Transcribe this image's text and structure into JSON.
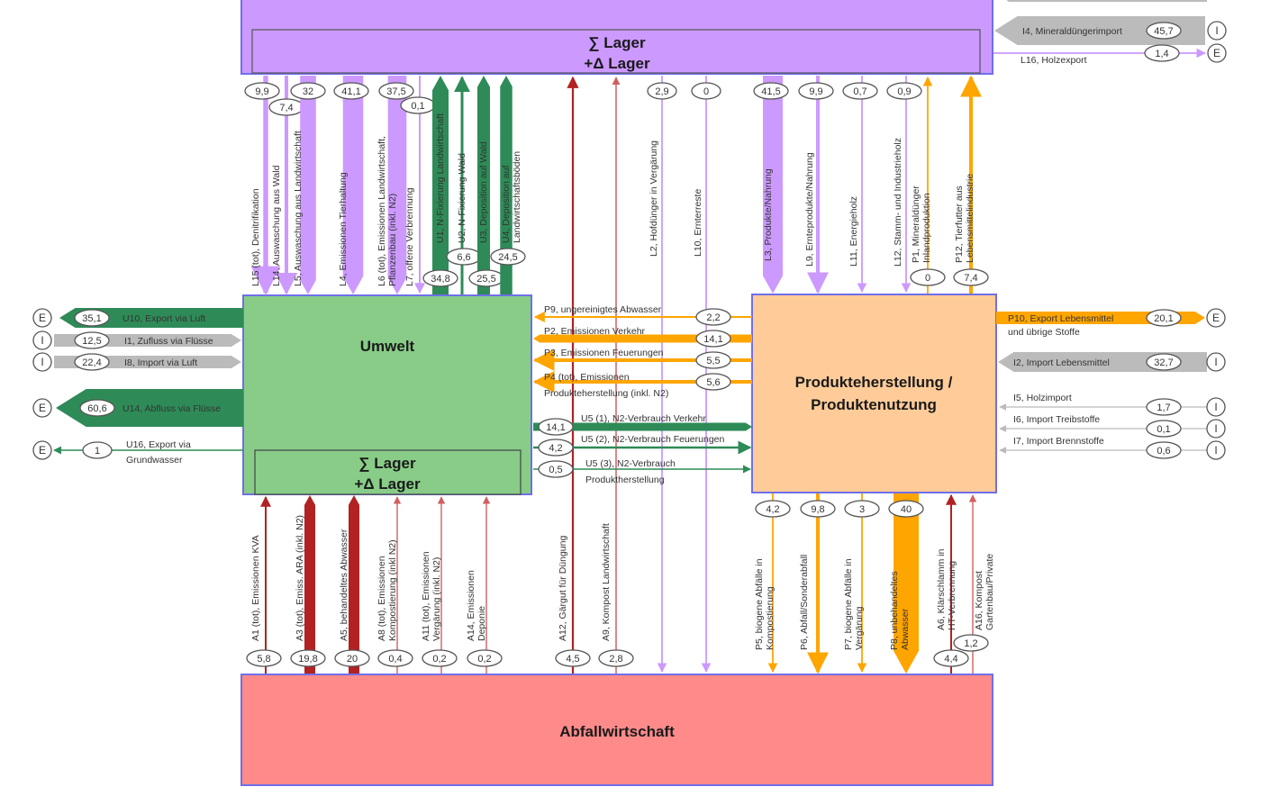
{
  "colors": {
    "landwirtschaft": "#cc99ff",
    "umwelt": "#88cc88",
    "produkte": "#ffcc99",
    "abfall": "#ff8a8a",
    "green_flow": "#2e8b57",
    "orange_flow": "#ffa500",
    "red_flow": "#b22222",
    "grey_flow": "#bbbbbb",
    "purple_flow": "#cc99ff",
    "border": "#6f6fe8"
  },
  "boxes": {
    "landwirtschaft": {
      "lager_1": "∑ Lager",
      "lager_2": "+Δ Lager"
    },
    "umwelt": {
      "title": "Umwelt",
      "lager_1": "∑ Lager",
      "lager_2": "+Δ Lager"
    },
    "produkte": {
      "title_1": "Produkteherstellung /",
      "title_2": "Produktenutzung"
    },
    "abfall": {
      "title": "Abfallwirtschaft"
    }
  },
  "flows_landwirtschaft_to_umwelt": [
    {
      "id": "L15",
      "label": "L15 (tot), Denitrifikation",
      "value": "9,9"
    },
    {
      "id": "L14",
      "label": "L14, Auswaschung aus Wald",
      "value": "7,4"
    },
    {
      "id": "L5",
      "label": "L5, Auswaschung aus Landwirtschaft",
      "value": "32"
    },
    {
      "id": "L4",
      "label": "L4, Emissionen Tierhaltung",
      "value": "41,1"
    },
    {
      "id": "L6",
      "label": "L6 (tot), Emissionen Landwirtschaft, Pflanzenbau (inkl. N2)",
      "value": "37,5"
    },
    {
      "id": "L7",
      "label": "L7, offene Verbrennung",
      "value": "0,1"
    }
  ],
  "flows_umwelt_to_landwirtschaft": [
    {
      "id": "U1",
      "label": "U1, N-Fixierung Landwirtschaft",
      "value": "34,8"
    },
    {
      "id": "U2",
      "label": "U2, N-Fixierung Wald",
      "value": "6,6"
    },
    {
      "id": "U3",
      "label": "U3, Deposition auf Wald",
      "value": "25,5"
    },
    {
      "id": "U4",
      "label": "U4, Deposition auf Landwirtschaftsböden",
      "value": "24,5"
    }
  ],
  "flows_landwirtschaft_to_abfall": [
    {
      "id": "L2",
      "label": "L2, Hofdünger in Vergärung",
      "value": "2,9"
    },
    {
      "id": "L10",
      "label": "L10, Ernterreste",
      "value": "0"
    }
  ],
  "flows_landwirtschaft_to_produkte": [
    {
      "id": "L3",
      "label": "L3, Produkte/Nahrung",
      "value": "41,5"
    },
    {
      "id": "L9",
      "label": "L9, Ernteprodukte/Nahrung",
      "value": "9,9"
    },
    {
      "id": "L11",
      "label": "L11, Energieholz",
      "value": "0,7"
    },
    {
      "id": "L12",
      "label": "L12, Stamm- und Industrieholz",
      "value": "0,9"
    }
  ],
  "flows_produkte_to_landwirtschaft": [
    {
      "id": "P1",
      "label": "P1, Mineraldünger Inlandproduktion",
      "value": "0"
    },
    {
      "id": "P12",
      "label": "P12, Tierfutter aus Lebensmittelindustrie",
      "value": "7,4"
    }
  ],
  "flows_abfall_to_landwirtschaft": [
    {
      "id": "A12",
      "label": "A12, Gärgut für Düngung",
      "value": "4,5"
    },
    {
      "id": "A9",
      "label": "A9, Kompost Landwirtschaft",
      "value": "2,8"
    }
  ],
  "flows_produkte_to_umwelt": [
    {
      "id": "P9",
      "label": "P9, ungereinigtes Abwasser",
      "value": "2,2"
    },
    {
      "id": "P2",
      "label": "P2, Emissionen Verkehr",
      "value": "14,1"
    },
    {
      "id": "P3",
      "label": "P3, Emissionen Feuerungen",
      "value": "5,5"
    },
    {
      "id": "P4",
      "label": "P4 (tot), Emissionen Produkteherstellung (inkl. N2)",
      "value": "5,6"
    }
  ],
  "flows_umwelt_to_produkte": [
    {
      "id": "U5_1",
      "label": "U5 (1), N2-Verbrauch Verkehr",
      "value": "14,1"
    },
    {
      "id": "U5_2",
      "label": "U5 (2), N2-Verbrauch Feuerungen",
      "value": "4,2"
    },
    {
      "id": "U5_3",
      "label": "U5 (3), N2-Verbrauch Produktherstellung",
      "value": "0,5"
    }
  ],
  "flows_abfall_to_umwelt": [
    {
      "id": "A1",
      "label": "A1 (tot), Emissionen KVA",
      "value": "5,8"
    },
    {
      "id": "A3",
      "label": "A3 (tot), Emiss. ARA (inkl. N2)",
      "value": "19,8"
    },
    {
      "id": "A5",
      "label": "A5, behandeltes Abwasser",
      "value": "20"
    },
    {
      "id": "A8",
      "label": "A8 (tot), Emissionen Kompostierung (inkl N2)",
      "value": "0,4"
    },
    {
      "id": "A11",
      "label": "A11 (tot), Emissionen Vergärung (inkl. N2)",
      "value": "0,2"
    },
    {
      "id": "A14",
      "label": "A14, Emissionen Deponie",
      "value": "0,2"
    }
  ],
  "flows_produkte_to_abfall": [
    {
      "id": "P5",
      "label": "P5, biogene Abfälle in Kompostierung",
      "value": "4,2"
    },
    {
      "id": "P6",
      "label": "P6, Abfall/Sonderabfall",
      "value": "9,8"
    },
    {
      "id": "P7",
      "label": "P7, biogene Abfälle in Vergärung",
      "value": "3"
    },
    {
      "id": "P8",
      "label": "P8, unbehandeltes Abwasser",
      "value": "40"
    }
  ],
  "flows_abfall_to_produkte": [
    {
      "id": "A6",
      "label": "A6, Klärschlamm in HT-Verbrennung",
      "value": "4,4"
    },
    {
      "id": "A16",
      "label": "A16, Kompost Gartenbau/Private",
      "value": "1,2"
    }
  ],
  "boundary_umwelt": [
    {
      "id": "U10",
      "label": "U10, Export via Luft",
      "value": "35,1",
      "terminal": "E"
    },
    {
      "id": "I1",
      "label": "I1, Zufluss via Flüsse",
      "value": "12,5",
      "terminal": "I"
    },
    {
      "id": "I8",
      "label": "I8, Import via Luft",
      "value": "22,4",
      "terminal": "I"
    },
    {
      "id": "U14",
      "label": "U14, Abfluss via Flüsse",
      "value": "60,6",
      "terminal": "E"
    },
    {
      "id": "U16",
      "label_1": "U16, Export via",
      "label_2": "Grundwasser",
      "value": "1",
      "terminal": "E"
    }
  ],
  "boundary_landwirtschaft": [
    {
      "id": "I4",
      "label": "I4, Mineraldüngerimport",
      "value": "45,7",
      "terminal": "I"
    },
    {
      "id": "L16",
      "label": "L16, Holzexport",
      "value": "1,4",
      "terminal": "E"
    }
  ],
  "boundary_produkte": [
    {
      "id": "P10",
      "label_1": "P10, Export Lebensmittel",
      "label_2": "und übrige Stoffe",
      "value": "20,1",
      "terminal": "E"
    },
    {
      "id": "I2",
      "label": "I2, Import Lebensmittel",
      "value": "32,7",
      "terminal": "I"
    },
    {
      "id": "I5",
      "label": "I5, Holzimport",
      "value": "1,7",
      "terminal": "I"
    },
    {
      "id": "I6",
      "label": "I6, Import Treibstoffe",
      "value": "0,1",
      "terminal": "I"
    },
    {
      "id": "I7",
      "label": "I7, Import Brennstoffe",
      "value": "0,6",
      "terminal": "I"
    }
  ]
}
